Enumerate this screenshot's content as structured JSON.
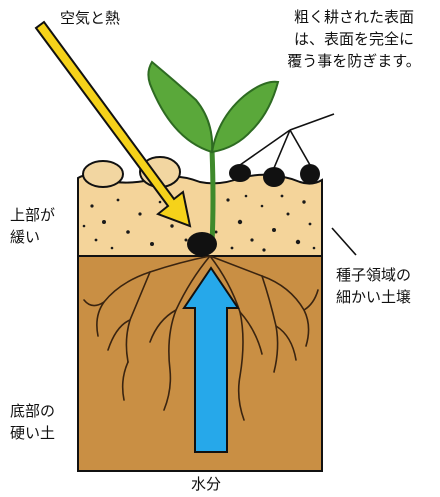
{
  "labels": {
    "air_heat": "空気と熱",
    "rough_surface": [
      "粗く耕された表面",
      "は、表面を完全に",
      "覆う事を防ぎます。"
    ],
    "upper_loose": [
      "上部が",
      "緩い"
    ],
    "seed_zone": [
      "種子領域の",
      "細かい土壌"
    ],
    "bottom_hard": [
      "底部の",
      "硬い土"
    ],
    "water": "水分"
  },
  "colors": {
    "topsoil": "#f4d49a",
    "subsoil": "#c98f44",
    "sprout": "#5aa83a",
    "sprout_dark": "#2e6b22",
    "air_arrow": "#f5d21a",
    "water_arrow": "#26a8ea",
    "clod": "#f2d6a1",
    "seed": "#111111"
  }
}
